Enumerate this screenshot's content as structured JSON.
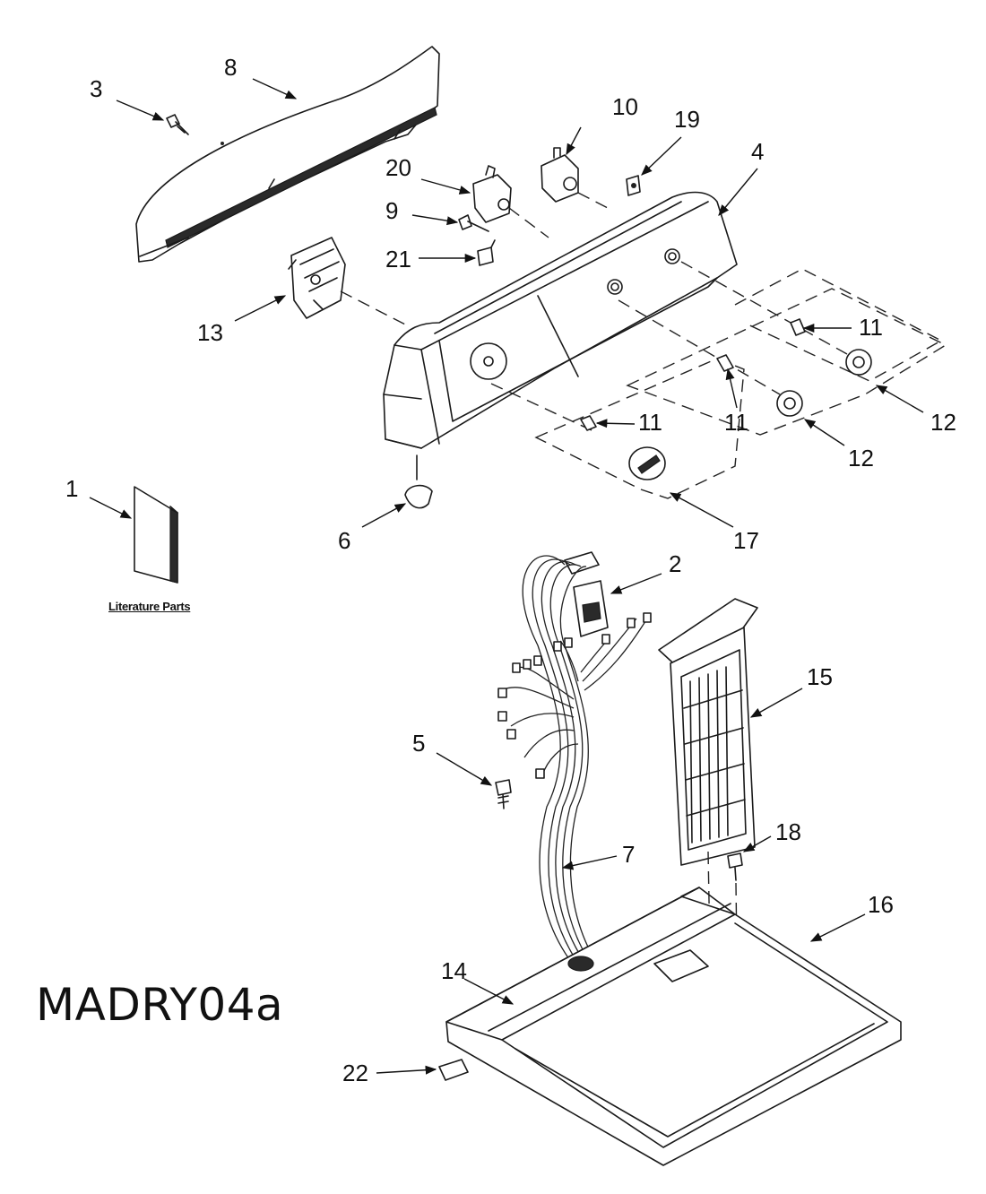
{
  "diagram_code": "MADRY04a",
  "literature_caption": "Literature Parts",
  "callouts": {
    "c1": "1",
    "c2": "2",
    "c3": "3",
    "c4": "4",
    "c5": "5",
    "c6": "6",
    "c7": "7",
    "c8": "8",
    "c9": "9",
    "c10": "10",
    "c11a": "11",
    "c11b": "11",
    "c11c": "11",
    "c12a": "12",
    "c12b": "12",
    "c13": "13",
    "c14": "14",
    "c15": "15",
    "c16": "16",
    "c17": "17",
    "c18": "18",
    "c19": "19",
    "c20": "20",
    "c21": "21",
    "c22": "22"
  }
}
